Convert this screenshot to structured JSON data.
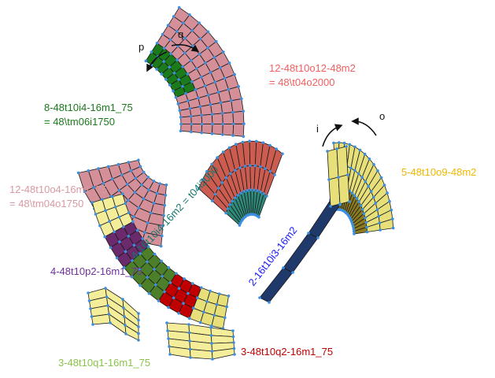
{
  "colors": {
    "edge": "#1a1a1a",
    "node": "#3b8fe0",
    "pink": "#d48f98",
    "pink_label": "#d99aa1",
    "dark_green": "#1b7a1b",
    "red_brick": "#cc5c50",
    "teal": "#2e8b7a",
    "salmon_label": "#f06060",
    "olive": "#8b7a1e",
    "khaki": "#e6df7a",
    "gold_label": "#f0b800",
    "navy": "#1f3a6a",
    "blue_label": "#1a1aff",
    "purple": "#6b2a6b",
    "purple_label": "#7030a0",
    "light_yellow": "#f4ee9a",
    "lime_label": "#8bc34a",
    "dark_red": "#c00000",
    "green_mid": "#4d7f2a",
    "dark_teal_label": "#14766a"
  },
  "labels": {
    "group_8": {
      "line1": "8-48t10i4-16m1_75",
      "line2": "= 48\\tm06i1750"
    },
    "group_12_pink": {
      "line1": "12-48t10o4-16m1_75",
      "line2": "= 48\\tm04o1750"
    },
    "group_12_red": {
      "line1": "12-48t10o12-48m2",
      "line2": "= 48\\t04o2000"
    },
    "group_4_teal": {
      "text": "4-16t10i4-16m2 = t04i2000"
    },
    "group_5": {
      "text": "5-48t10o9-48m2"
    },
    "group_2": {
      "text": "2-16t10i3-16m2"
    },
    "group_4_purple": {
      "text": "4-48t10p2-16m1_75"
    },
    "group_3_red": {
      "text": "3-48t10q2-16m1_75"
    },
    "group_3_lime": {
      "text": "3-48t10q1-16m1_75"
    }
  },
  "directions": {
    "p": "p",
    "q": "q",
    "i": "i",
    "o": "o"
  }
}
